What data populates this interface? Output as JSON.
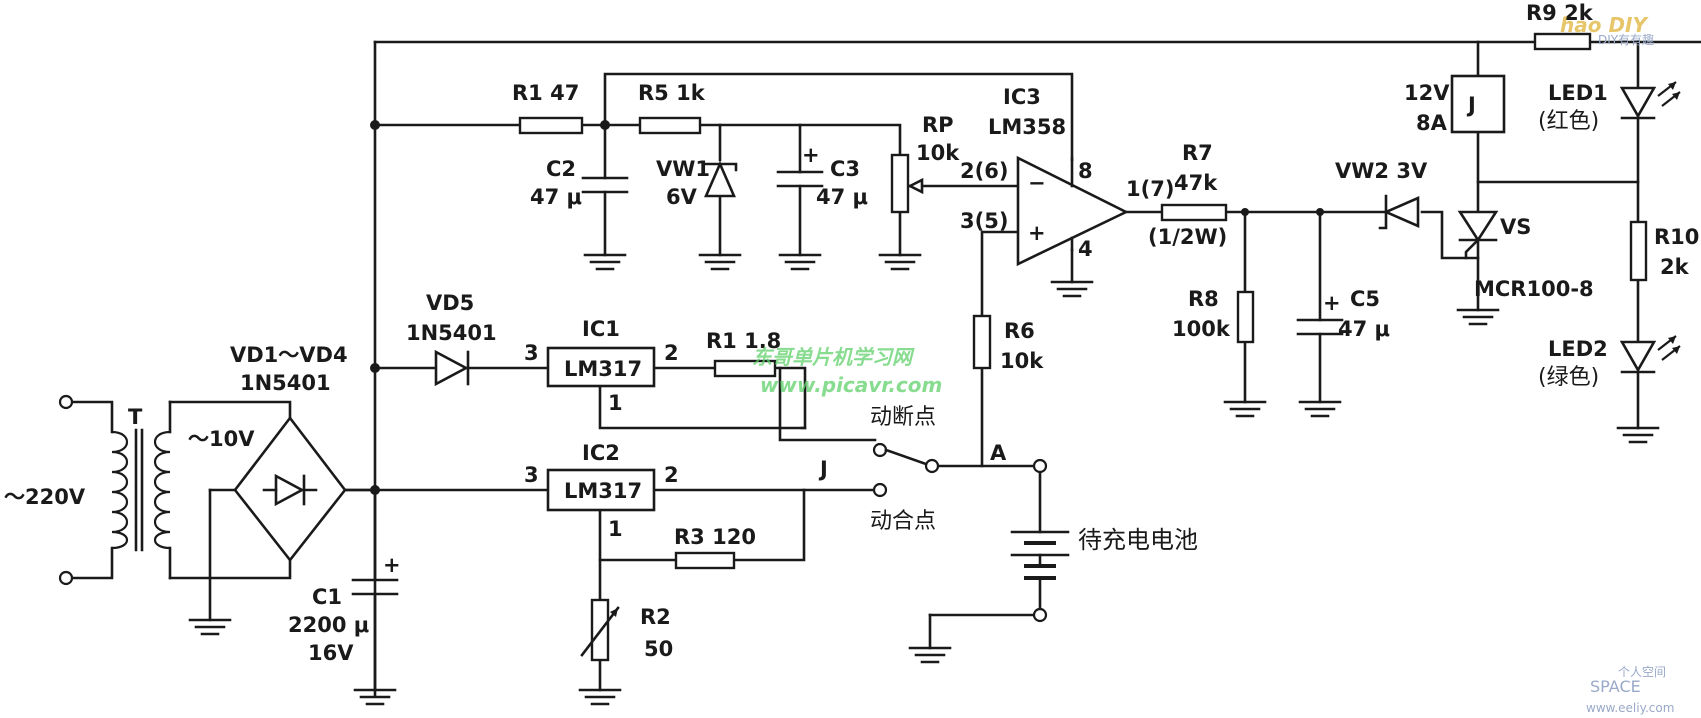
{
  "labels": {
    "r9": "R9  2k",
    "r1": "R1  47",
    "r5": "R5  1k",
    "rp": "RP",
    "rp_val": "10k",
    "ic3": "IC3",
    "ic3_type": "LM358",
    "c2": "C2",
    "c2_val": "47 μ",
    "vw1": "VW1",
    "vw1_val": "6V",
    "c3": "C3",
    "c3_val": "47 μ",
    "pin_inv": "2(6)",
    "pin_noninv": "3(5)",
    "pin_out": "1(7)",
    "pin8": "8",
    "pin4": "4",
    "minus": "−",
    "plus": "+",
    "r7": "R7",
    "r7_val": "47k",
    "r7_power": "(1/2W)",
    "vw2": "VW2  3V",
    "relay_v": "12V",
    "relay_a": "8A",
    "relay_j": "J",
    "led1": "LED1",
    "led1_color": "(红色)",
    "vs": "VS",
    "vs_type": "MCR100-8",
    "r10": "R10",
    "r10_val": "2k",
    "led2": "LED2",
    "led2_color": "(绿色)",
    "r8": "R8",
    "r8_val": "100k",
    "c5": "C5",
    "c5_val": "47 μ",
    "vd5": "VD5",
    "vd5_type": "1N5401",
    "vd14": "VD1～VD4",
    "vd14_type": "1N5401",
    "ic1": "IC1",
    "ic1_type": "LM317",
    "ic1_pin3": "3",
    "ic1_pin2": "2",
    "ic1_pin1": "1",
    "r1b": "R1  1.8",
    "r6": "R6",
    "r6_val": "10k",
    "break_point": "动断点",
    "node_a": "A",
    "ic2": "IC2",
    "ic2_type": "LM317",
    "ic2_pin3": "3",
    "ic2_pin2": "2",
    "ic2_pin1": "1",
    "relay_contact": "J",
    "make_point": "动合点",
    "battery": "待充电电池",
    "transformer": "T",
    "secondary": "～10V",
    "mains": "～220V",
    "r3": "R3  120",
    "r2": "R2",
    "r2_val": "50",
    "c1": "C1",
    "c1_val": "2200 μ",
    "c1_volt": "16V",
    "cap_plus": "+"
  },
  "watermarks": {
    "site_cn": "东哥单片机学习网",
    "site_url": "www.picavr.com",
    "logo": "hao DIY",
    "logo_sub": "DIY有有趣",
    "corner_cn": "个人空间",
    "corner_logo": "SPACE",
    "corner_url": "www.eeliy.com"
  }
}
